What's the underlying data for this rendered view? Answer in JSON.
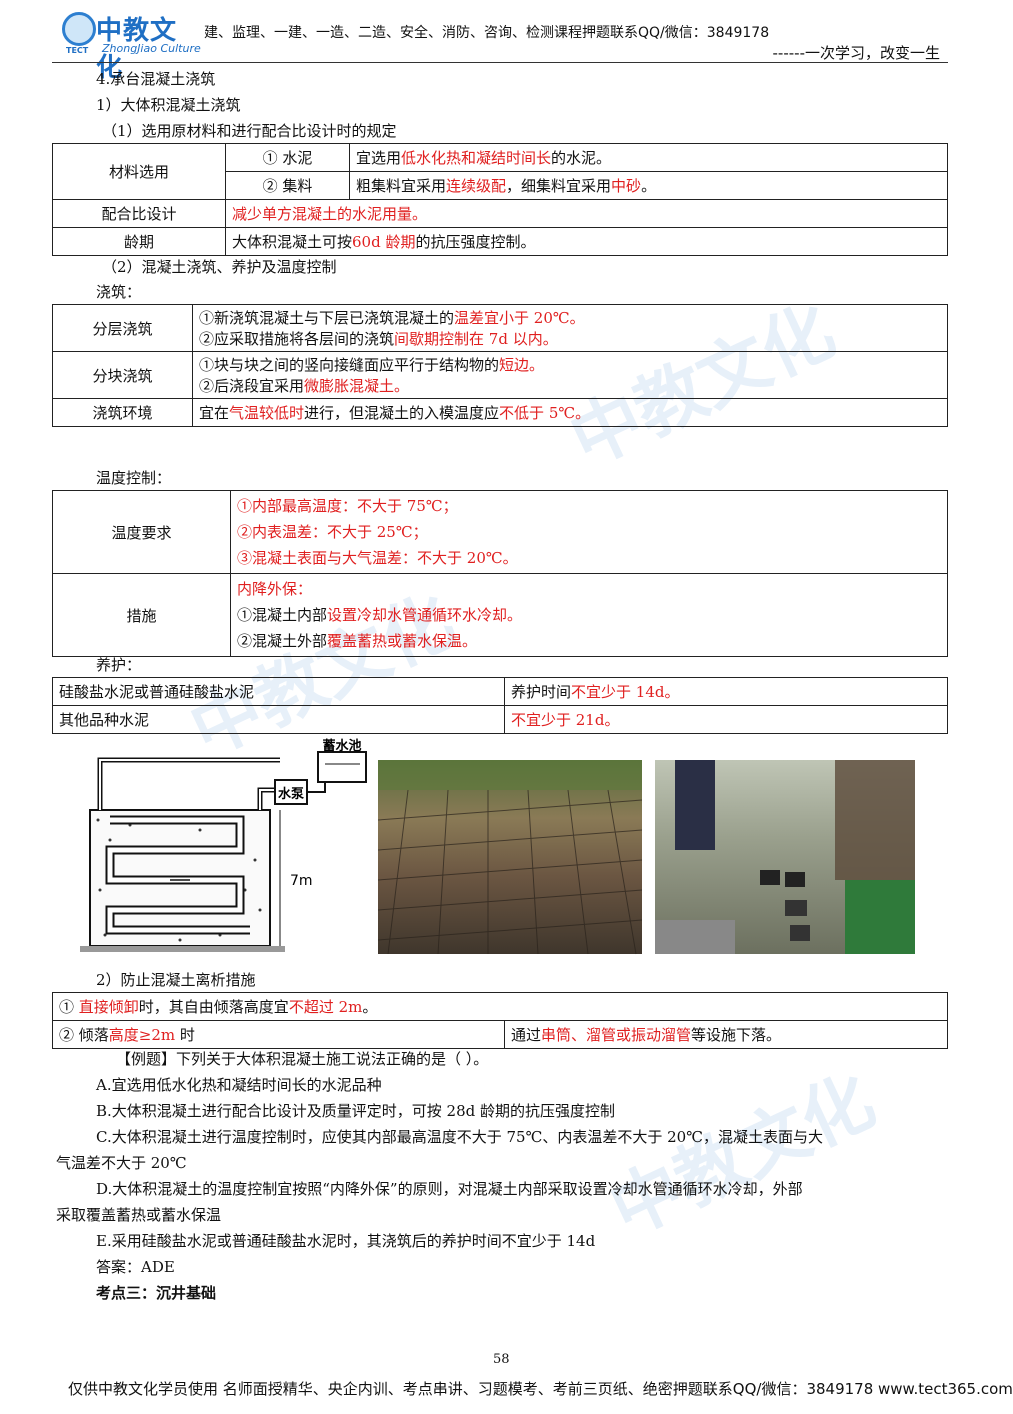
{
  "header": {
    "logo_cn": "中教文化",
    "logo_en": "ZhongJiao Culture",
    "logo_tect": "TECT",
    "text": "建、监理、一建、一造、二造、安全、消防、咨询、检测课程押题联系QQ/微信：3849178",
    "slogan": "------一次学习，改变一生"
  },
  "section_title": "4.承台混凝土浇筑",
  "sub1": "1）大体积混凝土浇筑",
  "sub1_1": "（1）选用原材料和进行配合比设计时的规定",
  "table1": {
    "r1_label": "材料选用",
    "r1a_num": "① 水泥",
    "r1a_pre": "宜选用",
    "r1a_red": "低水化热和凝结时间长",
    "r1a_post": "的水泥。",
    "r1b_num": "② 集料",
    "r1b_pre": "粗集料宜采用",
    "r1b_red1": "连续级配",
    "r1b_mid": "，细集料宜采用",
    "r1b_red2": "中砂",
    "r1b_post": "。",
    "r2_label": "配合比设计",
    "r2_red": "减少单方混凝土的水泥用量。",
    "r3_label": "龄期",
    "r3_pre": "大体积混凝土可按",
    "r3_red": "60d 龄期",
    "r3_post": "的抗压强度控制。"
  },
  "sub1_2": "（2）混凝土浇筑、养护及温度控制",
  "pour_label": "浇筑：",
  "table2": {
    "r1_label": "分层浇筑",
    "r1a_pre": "①新浇筑混凝土与下层已浇筑混凝土的",
    "r1a_red": "温差宜小于 20℃。",
    "r1b_pre": "②应采取措施将各层间的浇筑",
    "r1b_red": "间歇期控制在 7d 以内。",
    "r2_label": "分块浇筑",
    "r2a_pre": "①块与块之间的竖向接缝面应平行于结构物的",
    "r2a_red": "短边。",
    "r2b_pre": "②后浇段宜采用",
    "r2b_red": "微膨胀混凝土。",
    "r3_label": "浇筑环境",
    "r3_pre": "宜在",
    "r3_red1": "气温较低时",
    "r3_mid": "进行，但混凝土的入模温度应",
    "r3_red2": "不低于 5℃。"
  },
  "temp_label": "温度控制：",
  "table3": {
    "r1_label": "温度要求",
    "r1a": "①内部最高温度：不大于 75℃；",
    "r1b": "②内表温差：不大于 25℃；",
    "r1c": "③混凝土表面与大气温差：不大于 20℃。",
    "r2_label": "措施",
    "r2a": "内降外保：",
    "r2b_pre": "①混凝土内部",
    "r2b_red": "设置冷却水管通循环水冷却。",
    "r2c_pre": "②混凝土外部",
    "r2c_red": "覆盖蓄热或蓄水保温。"
  },
  "cure_label": "养护：",
  "table4": {
    "r1a": "硅酸盐水泥或普通硅酸盐水泥",
    "r1b_pre": "养护时间",
    "r1b_red": "不宜少于 14d。",
    "r2a": "其他品种水泥",
    "r2b_red": "不宜少于 21d。"
  },
  "diagram": {
    "tank": "蓄水池",
    "pump": "水泵",
    "dim": "7m"
  },
  "sub2": "2）防止混凝土离析措施",
  "table5": {
    "r1_pre": "① ",
    "r1_red1": "直接倾卸",
    "r1_mid": "时，其自由倾落高度宜",
    "r1_red2": "不超过 2m",
    "r1_post": "。",
    "r2_pre": "② 倾落",
    "r2_red": "高度≥2m",
    "r2_post": " 时",
    "r2b_pre": "通过",
    "r2b_red": "串筒、溜管或振动溜管",
    "r2b_post": "等设施下落。"
  },
  "example": {
    "stem": "【例题】下列关于大体积混凝土施工说法正确的是（   ）。",
    "a": "A.宜选用低水化热和凝结时间长的水泥品种",
    "b": "B.大体积混凝土进行配合比设计及质量评定时，可按 28d 龄期的抗压强度控制",
    "c1": "C.大体积混凝土进行温度控制时，应使其内部最高温度不大于 75℃、内表温差不大于 20℃，混凝土表面与大",
    "c2": "气温差不大于 20℃",
    "d1": "D.大体积混凝土的温度控制宜按照“内降外保”的原则，对混凝土内部采取设置冷却水管通循环水冷却，外部",
    "d2": "采取覆盖蓄热或蓄水保温",
    "e": "E.采用硅酸盐水泥或普通硅酸盐水泥时，其浇筑后的养护时间不宜少于 14d",
    "answer": "答案：ADE"
  },
  "kaodian": "考点三：沉井基础",
  "page_number": "58",
  "footer": "仅供中教文化学员使用  名师面授精华、央企内训、考点串讲、习题模考、考前三页纸、绝密押题联系QQ/微信：3849178  www.tect365.com"
}
